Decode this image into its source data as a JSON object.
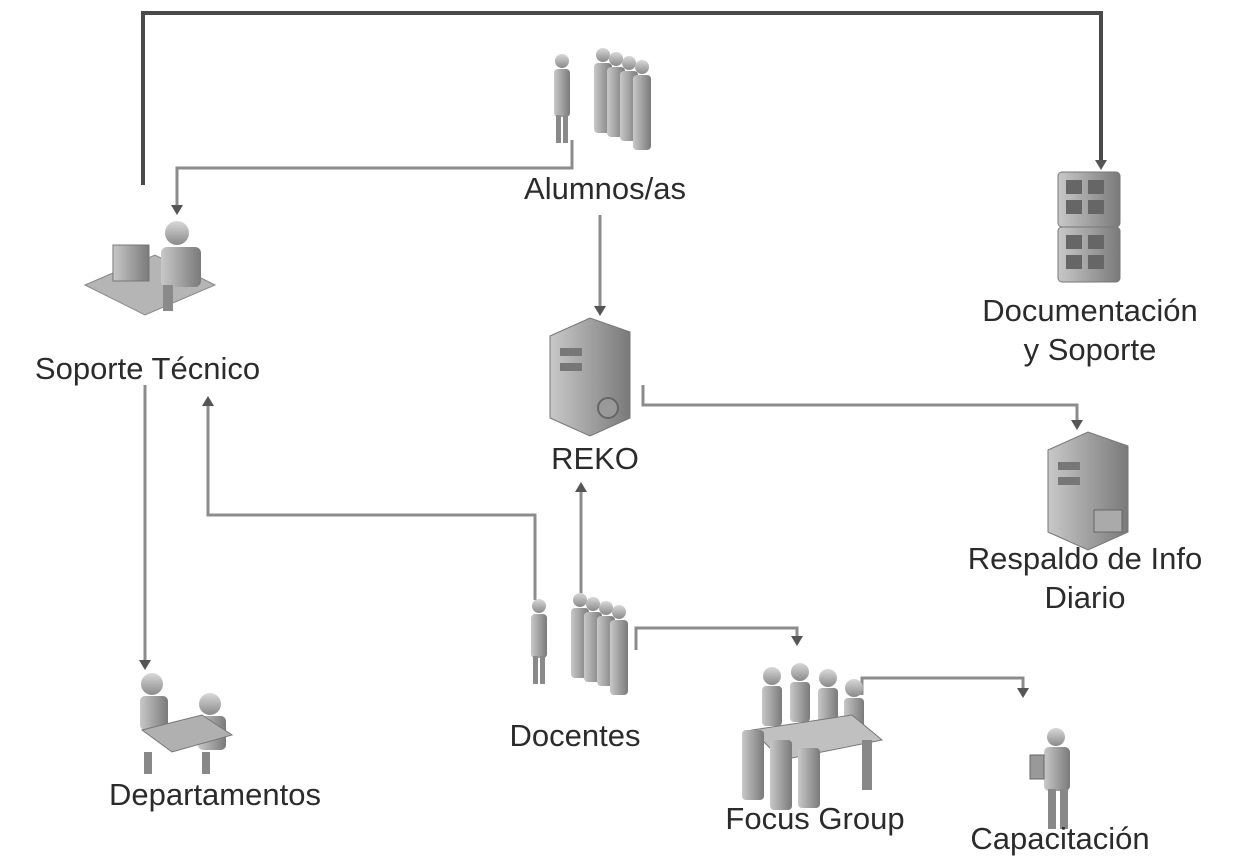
{
  "nodes": {
    "alumnos": {
      "label": "Alumnos/as",
      "icon": "people-group-icon"
    },
    "soporte_tecnico": {
      "label": "Soporte Técnico",
      "icon": "technician-workstation-icon"
    },
    "documentacion": {
      "label_line1": "Documentación",
      "label_line2": "y Soporte",
      "icon": "server-rack-icon"
    },
    "reko": {
      "label": "REKO",
      "icon": "server-tower-icon"
    },
    "respaldo": {
      "label_line1": "Respaldo de Info",
      "label_line2": "Diario",
      "icon": "backup-server-icon"
    },
    "docentes": {
      "label": "Docentes",
      "icon": "people-group-icon"
    },
    "departamentos": {
      "label": "Departamentos",
      "icon": "meeting-desk-icon"
    },
    "focus_group": {
      "label": "Focus Group",
      "icon": "conference-table-icon"
    },
    "capacitacion": {
      "label": "Capacitación",
      "icon": "presenter-icon"
    }
  },
  "colors": {
    "connector": "#8c8c8c",
    "connector_dark": "#4a4a4a",
    "icon_fill": "#9a9a9a",
    "text": "#2b2b2b"
  }
}
